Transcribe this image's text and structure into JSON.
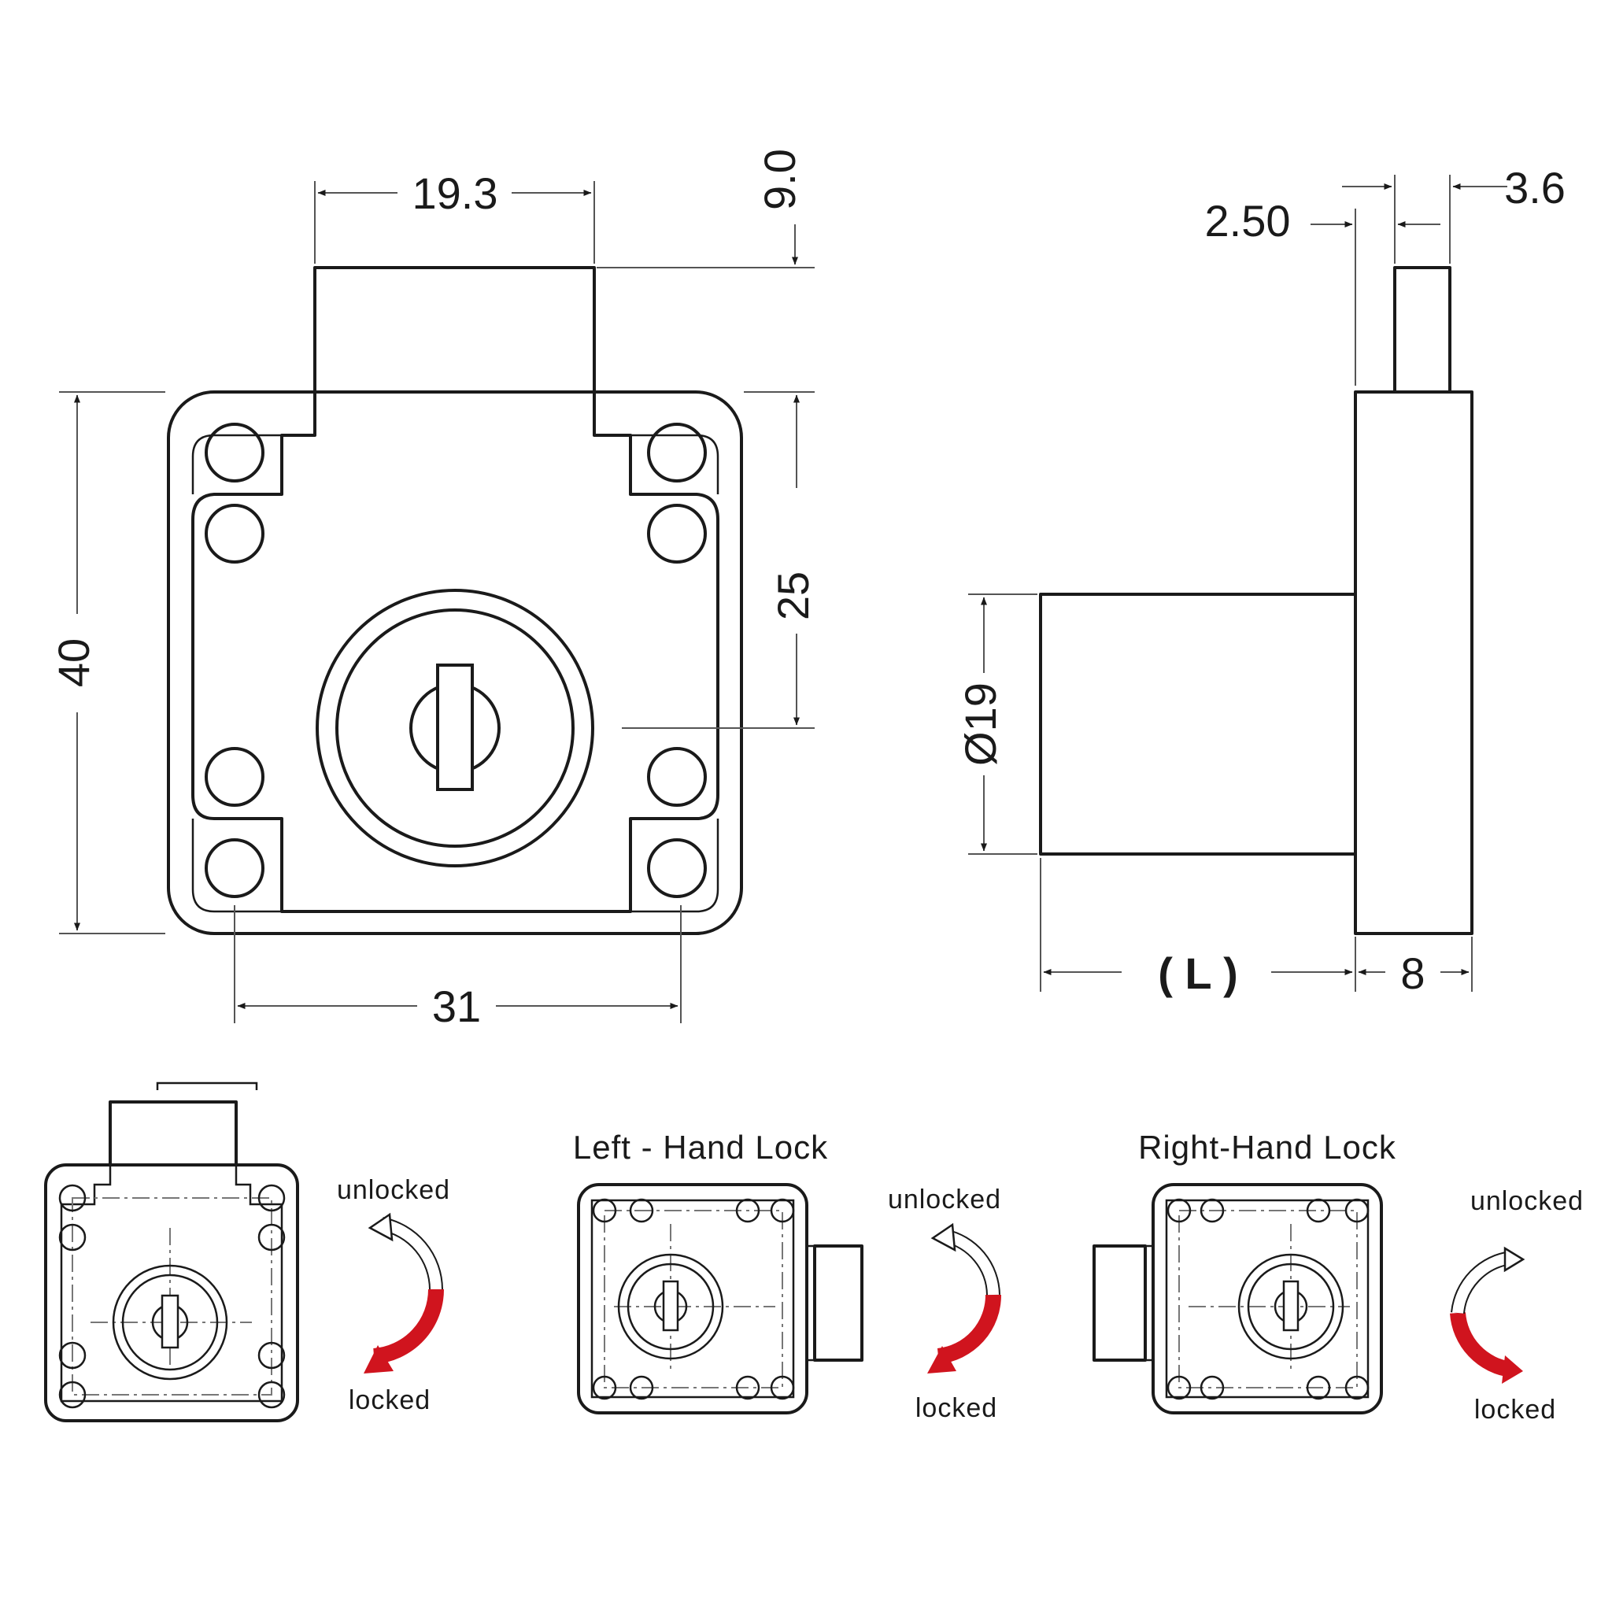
{
  "dimensions": {
    "top_tongue_width": "19.3",
    "tongue_height": "9.0",
    "overall_height": "40",
    "keyhole_offset": "25",
    "hole_spacing": "31",
    "cylinder_diameter": "Ø19",
    "cylinder_length": "( L )",
    "case_depth": "8",
    "bolt_offset": "2.50",
    "bolt_thickness": "3.6"
  },
  "variants": {
    "left_title": "Left - Hand Lock",
    "right_title": "Right-Hand Lock"
  },
  "states": {
    "unlocked": "unlocked",
    "locked": "locked"
  },
  "colors": {
    "line": "#1a1a1a",
    "arrow_red": "#d0141e"
  }
}
